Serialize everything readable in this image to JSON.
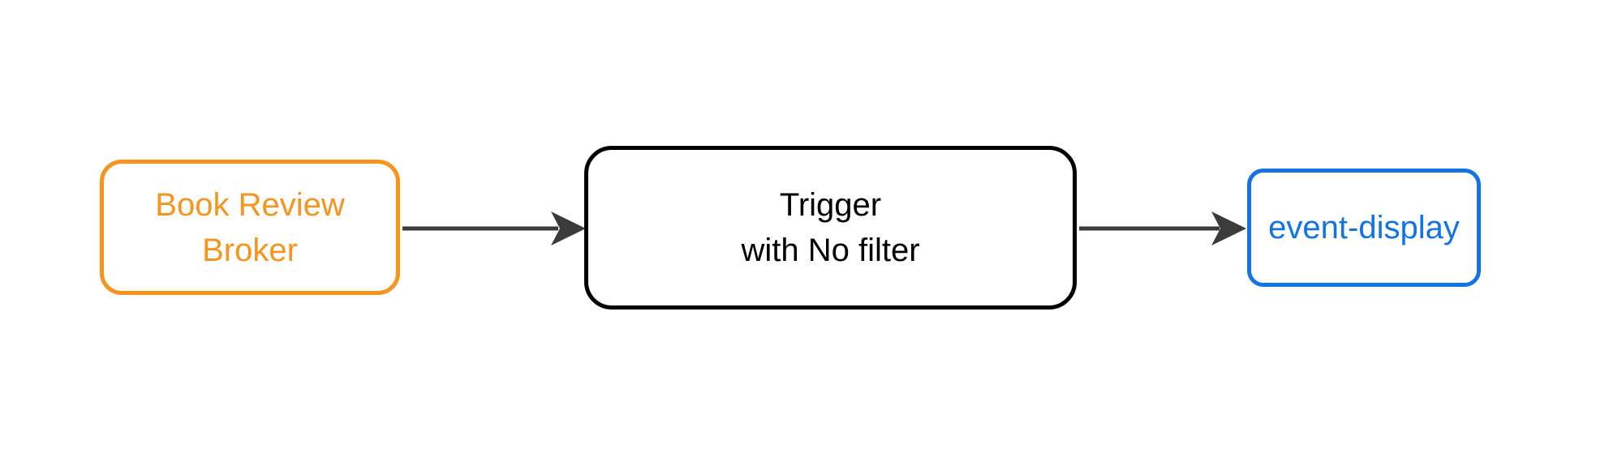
{
  "diagram": {
    "background_color": "#FFFFFF",
    "edge_color": "#3B3B3B",
    "nodes": {
      "broker": {
        "line1": "Book Review",
        "line2": "Broker",
        "color": "#F7941E"
      },
      "trigger": {
        "line1": "Trigger",
        "line2": "with No filter",
        "color": "#000000"
      },
      "display": {
        "line1": "event-display",
        "color": "#1273E6"
      }
    },
    "edges": [
      {
        "from": "broker",
        "to": "trigger"
      },
      {
        "from": "trigger",
        "to": "display"
      }
    ]
  }
}
